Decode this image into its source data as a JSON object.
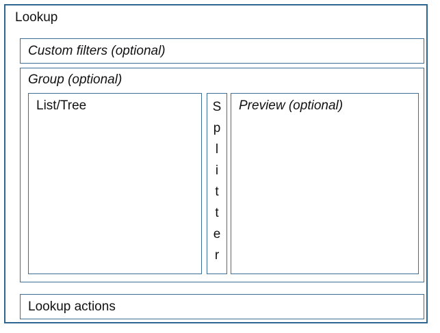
{
  "diagram": {
    "title": "Lookup",
    "border_color": "#2e6490",
    "panel_border_color": "#3a6e96",
    "background_color": "#ffffff",
    "text_color": "#111111"
  },
  "custom_filters": {
    "label": "Custom filters (optional)"
  },
  "group": {
    "label": "Group (optional)",
    "list_tree": {
      "label": "List/Tree"
    },
    "splitter": {
      "label": "Splitter",
      "letters": [
        "S",
        "p",
        "l",
        "i",
        "t",
        "t",
        "e",
        "r"
      ]
    },
    "preview": {
      "label": "Preview (optional)"
    }
  },
  "lookup_actions": {
    "label": "Lookup actions"
  }
}
